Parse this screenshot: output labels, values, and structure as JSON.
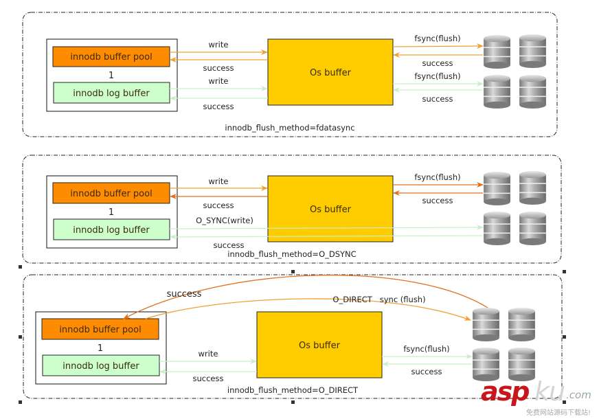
{
  "panels": [
    {
      "method_label": "innodb_flush_method=fdatasync",
      "buffer_pool_label": "innodb buffer pool",
      "separator_label": "1",
      "log_buffer_label": "innodb log buffer",
      "os_buffer_label": "Os buffer",
      "pool_write_label": "write",
      "pool_success_label": "success",
      "log_write_label": "write",
      "log_success_label": "success",
      "disk_top_write_label": "fsync(flush)",
      "disk_top_success_label": "success",
      "disk_bottom_write_label": "fsync(flush)",
      "disk_bottom_success_label": "success"
    },
    {
      "method_label": "innodb_flush_method=O_DSYNC",
      "buffer_pool_label": "innodb buffer pool",
      "separator_label": "1",
      "log_buffer_label": "innodb log buffer",
      "os_buffer_label": "Os buffer",
      "pool_write_label": "write",
      "pool_success_label": "success",
      "log_write_label": "O_SYNC(write)",
      "log_success_label": "success",
      "disk_top_write_label": "fsync(flush)",
      "disk_top_success_label": "success"
    },
    {
      "method_label": "innodb_flush_method=O_DIRECT",
      "buffer_pool_label": "innodb buffer pool",
      "separator_label": "1",
      "log_buffer_label": "innodb log buffer",
      "os_buffer_label": "Os buffer",
      "direct_success_label": "success",
      "direct_write_label": "O_DIRECT   sync (flush)",
      "log_write_label": "write",
      "log_success_label": "success",
      "disk_bottom_write_label": "fsync(flush)",
      "disk_bottom_success_label": "success"
    }
  ],
  "icons": {
    "disk": "database-cylinder-icon"
  },
  "colors": {
    "buffer_pool_fill": "#ff8c00",
    "log_buffer_fill": "#ccffcc",
    "os_buffer_fill": "#ffcc00",
    "data_arrow": "#f0a030",
    "data_arrow_dark": "#e07020",
    "log_arrow": "#c8f0c8"
  },
  "watermark": {
    "brand_red": "asp",
    "brand_gray": "ku",
    "domain": ".com",
    "tagline": "免费网站源码下载站!"
  }
}
